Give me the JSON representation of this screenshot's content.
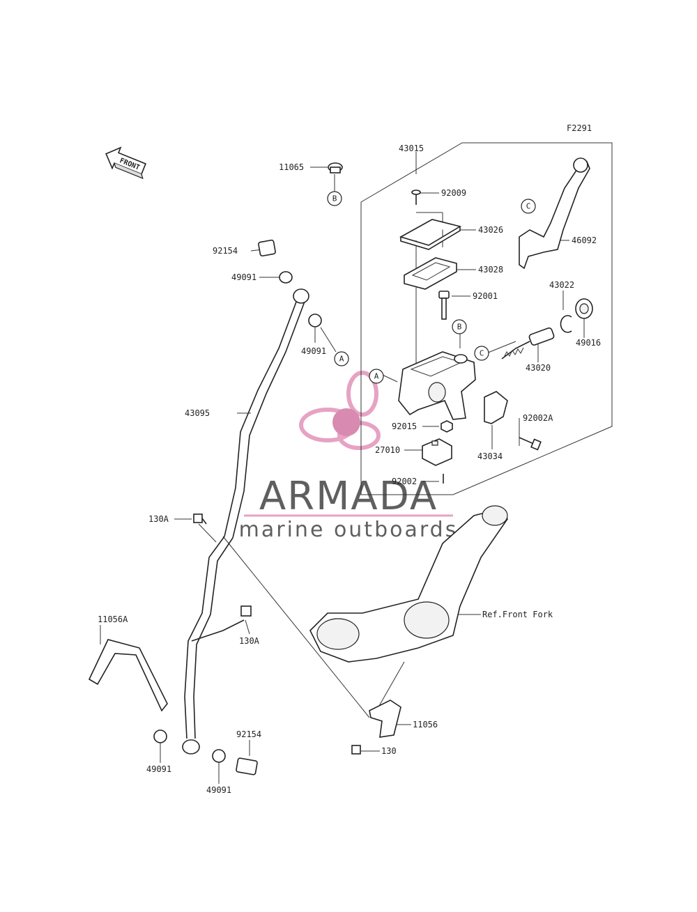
{
  "figure_code": "F2291",
  "front_label": "FRONT",
  "watermark": {
    "title": "ARMADA",
    "subtitle": "marine outboards",
    "accent_color": "#e6a3c3",
    "accent_dark": "#d98ab0"
  },
  "parts": [
    {
      "id": "p43015",
      "label": "43015"
    },
    {
      "id": "p11065",
      "label": "11065"
    },
    {
      "id": "p92009",
      "label": "92009"
    },
    {
      "id": "p43026",
      "label": "43026"
    },
    {
      "id": "p43028",
      "label": "43028"
    },
    {
      "id": "p92001",
      "label": "92001"
    },
    {
      "id": "p46092",
      "label": "46092"
    },
    {
      "id": "p43022",
      "label": "43022"
    },
    {
      "id": "p49016",
      "label": "49016"
    },
    {
      "id": "p43020",
      "label": "43020"
    },
    {
      "id": "p92002A",
      "label": "92002A"
    },
    {
      "id": "p43034",
      "label": "43034"
    },
    {
      "id": "p92015",
      "label": "92015"
    },
    {
      "id": "p27010",
      "label": "27010"
    },
    {
      "id": "p92002",
      "label": "92002"
    },
    {
      "id": "p92154a",
      "label": "92154"
    },
    {
      "id": "p49091a",
      "label": "49091"
    },
    {
      "id": "p49091b",
      "label": "49091"
    },
    {
      "id": "p43095",
      "label": "43095"
    },
    {
      "id": "p130Aa",
      "label": "130A"
    },
    {
      "id": "p11056A",
      "label": "11056A"
    },
    {
      "id": "p130Ab",
      "label": "130A"
    },
    {
      "id": "pRefFork",
      "label": "Ref.Front Fork"
    },
    {
      "id": "p11056",
      "label": "11056"
    },
    {
      "id": "p130",
      "label": "130"
    },
    {
      "id": "p92154b",
      "label": "92154"
    },
    {
      "id": "p49091c",
      "label": "49091"
    },
    {
      "id": "p49091d",
      "label": "49091"
    }
  ],
  "markers": [
    {
      "id": "mB1",
      "letter": "B"
    },
    {
      "id": "mC1",
      "letter": "C"
    },
    {
      "id": "mB2",
      "letter": "B"
    },
    {
      "id": "mC2",
      "letter": "C"
    },
    {
      "id": "mA1",
      "letter": "A"
    },
    {
      "id": "mA2",
      "letter": "A"
    }
  ]
}
